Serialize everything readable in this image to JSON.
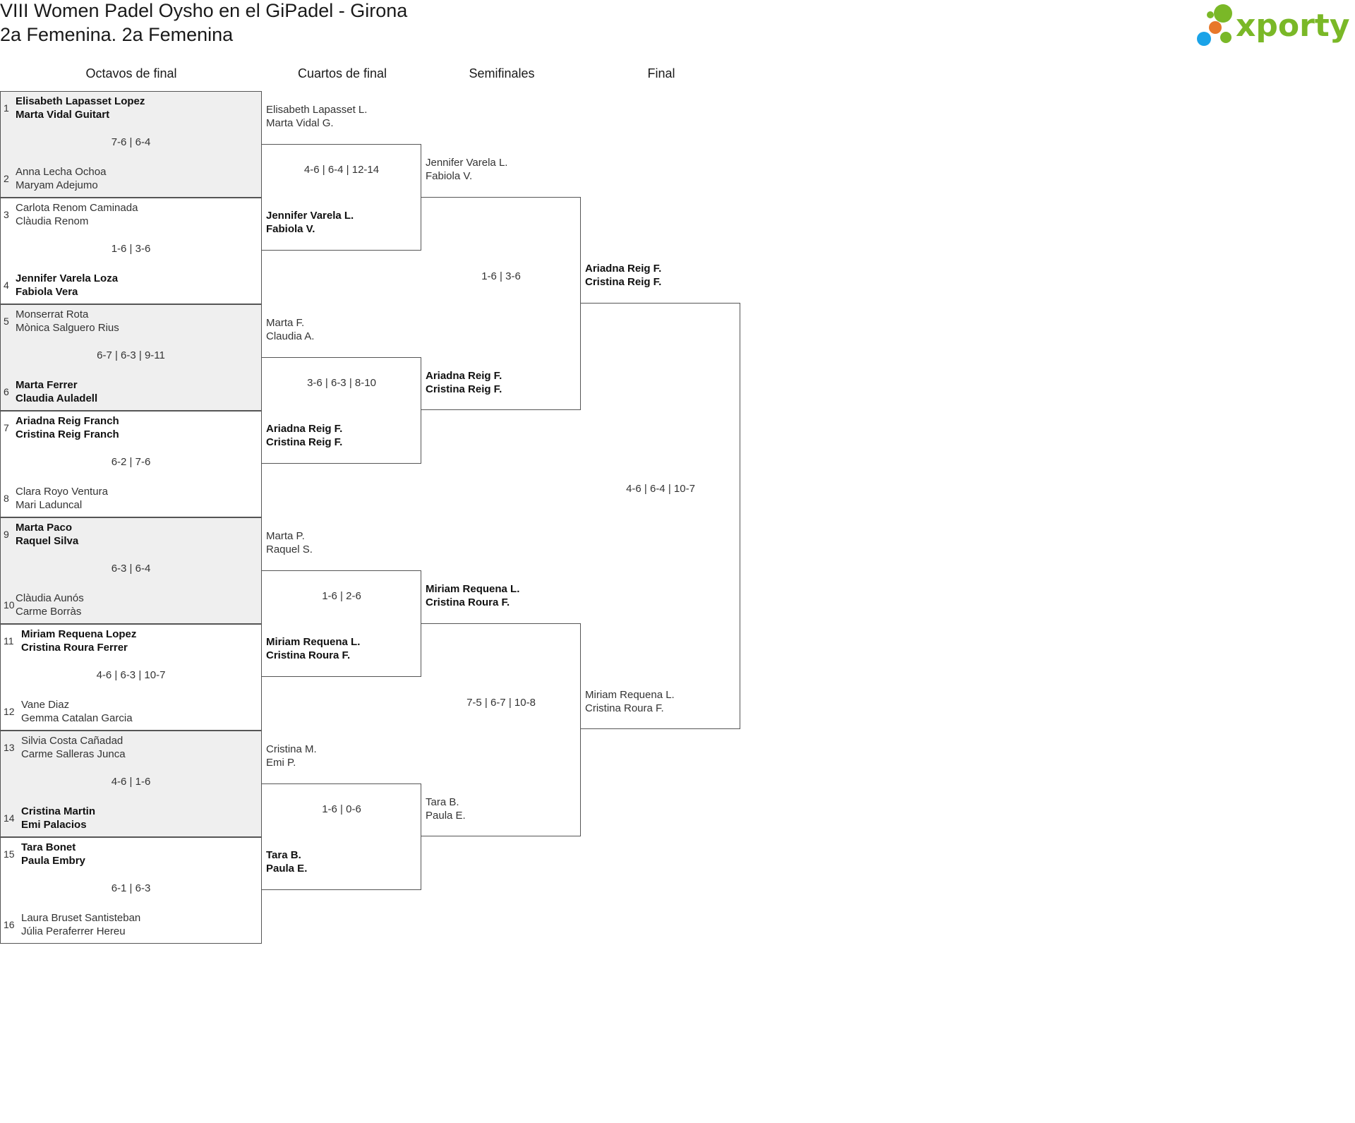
{
  "header": {
    "title_line1": "VIII Women Padel Oysho en el GiPadel - Girona",
    "title_line2": "2a Femenina. 2a Femenina"
  },
  "brand": {
    "logo_text": "xporty",
    "color_green": "#7ab827",
    "color_orange": "#e8782a",
    "color_blue": "#1aa3e8"
  },
  "columns": {
    "round16": "Octavos de final",
    "quarter": "Cuartos de final",
    "semi": "Semifinales",
    "final": "Final"
  },
  "round16": [
    {
      "seed_a": "1",
      "a1": "Elisabeth Lapasset Lopez",
      "a2": "Marta Vidal Guitart",
      "seed_b": "2",
      "b1": "Anna Lecha Ochoa",
      "b2": "Maryam Adejumo",
      "score": "7-6 | 6-4",
      "winner": "a"
    },
    {
      "seed_a": "3",
      "a1": "Carlota Renom Caminada",
      "a2": "Clàudia Renom",
      "seed_b": "4",
      "b1": "Jennifer Varela Loza",
      "b2": "Fabiola Vera",
      "score": "1-6 | 3-6",
      "winner": "b"
    },
    {
      "seed_a": "5",
      "a1": "Monserrat Rota",
      "a2": "Mònica Salguero Rius",
      "seed_b": "6",
      "b1": "Marta Ferrer",
      "b2": "Claudia Auladell",
      "score": "6-7 | 6-3 | 9-11",
      "winner": "b"
    },
    {
      "seed_a": "7",
      "a1": "Ariadna Reig Franch",
      "a2": "Cristina Reig Franch",
      "seed_b": "8",
      "b1": "Clara Royo Ventura",
      "b2": "Mari Laduncal",
      "score": "6-2 | 7-6",
      "winner": "a"
    },
    {
      "seed_a": "9",
      "a1": "Marta Paco",
      "a2": "Raquel Silva",
      "seed_b": "10",
      "b1": "Clàudia Aunós",
      "b2": "Carme Borràs",
      "score": "6-3 | 6-4",
      "winner": "a"
    },
    {
      "seed_a": "11",
      "a1": "Miriam Requena Lopez",
      "a2": "Cristina Roura Ferrer",
      "seed_b": "12",
      "b1": "Vane Diaz",
      "b2": "Gemma Catalan Garcia",
      "score": "4-6 | 6-3 | 10-7",
      "winner": "a"
    },
    {
      "seed_a": "13",
      "a1": "Silvia Costa Cañadad",
      "a2": "Carme Salleras Junca",
      "seed_b": "14",
      "b1": "Cristina Martin",
      "b2": "Emi Palacios",
      "score": "4-6 | 1-6",
      "winner": "b"
    },
    {
      "seed_a": "15",
      "a1": "Tara Bonet",
      "a2": "Paula Embry",
      "seed_b": "16",
      "b1": "Laura Bruset Santisteban",
      "b2": "Júlia Peraferrer Hereu",
      "score": "6-1 | 6-3",
      "winner": "a"
    }
  ],
  "quarter": [
    {
      "a1": "Elisabeth Lapasset L.",
      "a2": "Marta Vidal G.",
      "b1": "Jennifer Varela L.",
      "b2": "Fabiola V.",
      "score": "4-6 | 6-4 | 12-14",
      "winner": "b"
    },
    {
      "a1": "Marta F.",
      "a2": "Claudia A.",
      "b1": "Ariadna Reig F.",
      "b2": "Cristina Reig F.",
      "score": "3-6 | 6-3 | 8-10",
      "winner": "b"
    },
    {
      "a1": "Marta P.",
      "a2": "Raquel S.",
      "b1": "Miriam Requena L.",
      "b2": "Cristina Roura F.",
      "score": "1-6 | 2-6",
      "winner": "b"
    },
    {
      "a1": "Cristina M.",
      "a2": "Emi P.",
      "b1": "Tara B.",
      "b2": "Paula E.",
      "score": "1-6 | 0-6",
      "winner": "b"
    }
  ],
  "semi": [
    {
      "a1": "Jennifer Varela L.",
      "a2": "Fabiola V.",
      "b1": "Ariadna Reig F.",
      "b2": "Cristina Reig F.",
      "score": "1-6 | 3-6",
      "winner": "b"
    },
    {
      "a1": "Miriam Requena L.",
      "a2": "Cristina Roura F.",
      "b1": "Tara B.",
      "b2": "Paula E.",
      "score": "7-5 | 6-7 | 10-8",
      "winner": "a"
    }
  ],
  "final": {
    "a1": "Ariadna Reig F.",
    "a2": "Cristina Reig F.",
    "b1": "Miriam Requena L.",
    "b2": "Cristina Roura F.",
    "score": "4-6 | 6-4 | 10-7",
    "winner": "a"
  }
}
